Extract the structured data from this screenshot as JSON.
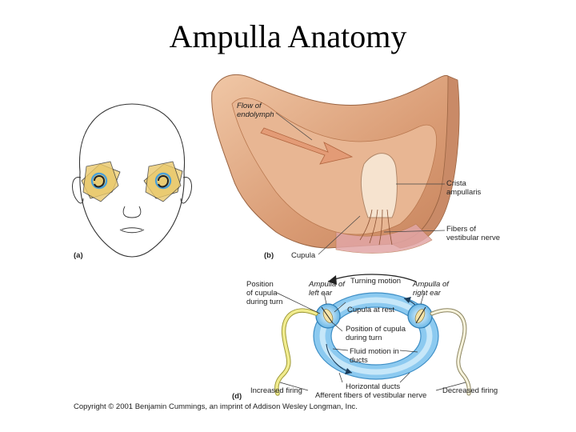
{
  "title": "Ampulla Anatomy",
  "panels": {
    "a": "(a)",
    "b": "(b)",
    "d": "(d)"
  },
  "panel_b_labels": {
    "flow_1": "Flow of",
    "flow_2": "endolymph",
    "crista_1": "Crista",
    "crista_2": "ampullaris",
    "fibers_1": "Fibers of",
    "fibers_2": "vestibular nerve",
    "cupula": "Cupula"
  },
  "panel_d_labels": {
    "position_1": "Position",
    "position_2": "of cupula",
    "position_3": "during turn",
    "ampulla_left_1": "Ampulla of",
    "ampulla_left_2": "left ear",
    "turning": "Turning motion",
    "ampulla_right_1": "Ampulla of",
    "ampulla_right_2": "right ear",
    "cupula_rest": "Cupula at rest",
    "pos_cupula_1": "Position of cupula",
    "pos_cupula_2": "during turn",
    "fluid_1": "Fluid motion in",
    "fluid_2": "ducts",
    "horizontal": "Horizontal ducts",
    "increased": "Increased firing",
    "afferent": "Afferent fibers of vestibular nerve",
    "decreased": "Decreased firing"
  },
  "copyright": "Copyright © 2001 Benjamin Cummings, an imprint of Addison Wesley Longman, Inc.",
  "colors": {
    "tissue": "#dba37f",
    "tissue_dark": "#b9784f",
    "duct_blue": "#69b8e8",
    "duct_light": "#bfe3f7",
    "canal_yellow": "#f1d585",
    "nerve_yellow": "#e6de7a"
  }
}
